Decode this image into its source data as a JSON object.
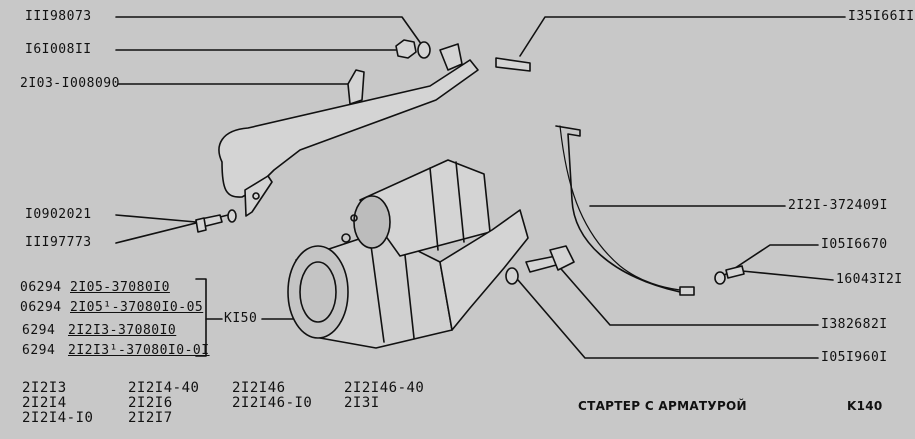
{
  "callouts": {
    "left": [
      "III98073",
      "I6I008II",
      "2I03-I008090",
      "I0902021",
      "III97773"
    ],
    "right": [
      "I35I66II",
      "2I2I-372409I",
      "I05I6670",
      "16043I2I",
      "I382682I",
      "I05I960I"
    ]
  },
  "assembly": {
    "rows": [
      {
        "code": "06294",
        "part": "2I05-37080I0"
      },
      {
        "code": "06294",
        "part": "2I05¹-37080I0-05"
      },
      {
        "code": "6294",
        "part": "2I2I3-37080I0"
      },
      {
        "code": "6294",
        "part": "2I2I3¹-37080I0-0I"
      }
    ],
    "ref": "KI50"
  },
  "models": [
    [
      "2I2I3",
      "2I2I4",
      "2I2I4-I0"
    ],
    [
      "2I2I4-40",
      "2I2I6",
      "2I2I7"
    ],
    [
      "2I2I46",
      "2I2I46-I0"
    ],
    [
      "2I2I46-40",
      "2I3I"
    ]
  ],
  "title": "СТАРТЕР С АРМАТУРОЙ",
  "page_code": "K140"
}
